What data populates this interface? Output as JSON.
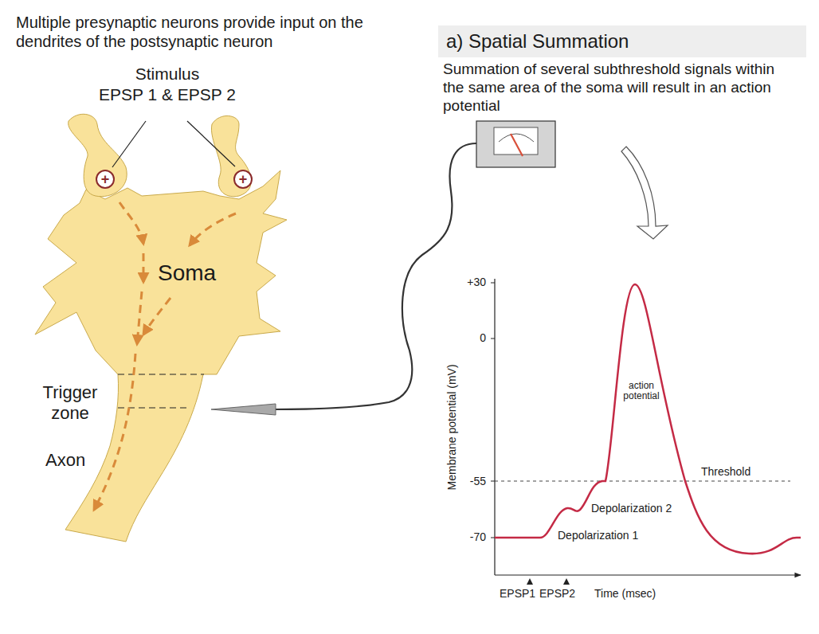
{
  "diagram": {
    "nodes": [
      {
        "text": [
          "a) Spatial Summation"
        ]
      }
    ],
    "labels": [
      "Multiple presynaptic neurons provide input on the dendrites of the postsynaptic neuron",
      "Stimulus",
      "EPSP 1 & EPSP 2",
      "+",
      "+",
      "Soma",
      "Trigger zone",
      "Axon",
      "Summation of several subthreshold signals within the same area of the soma will result in an action potential",
      "+30",
      "0",
      "-55",
      "-70",
      "Membrane potential (mV)",
      "action potential",
      "Threshold",
      "Depolarization 2",
      "Depolarization 1",
      "EPSP1",
      "EPSP2",
      "Time (msec)"
    ]
  }
}
